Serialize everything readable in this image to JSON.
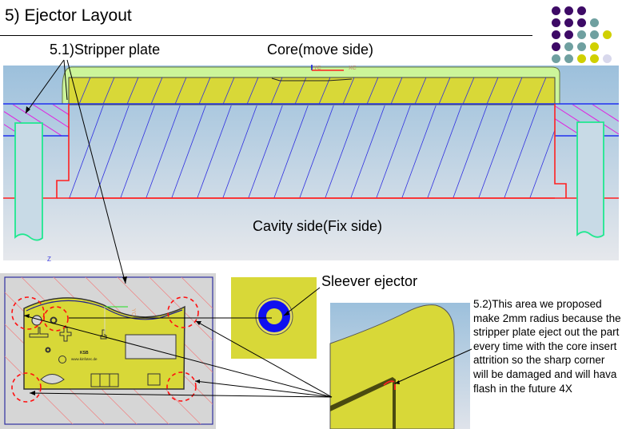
{
  "slide": {
    "title": "5) Ejector Layout",
    "labels": {
      "stripper_plate": "5.1)Stripper plate",
      "core": "Core(move side)",
      "cavity": "Cavity side(Fix side)",
      "sleeve_ejector": "Sleever ejector",
      "note": "5.2)This area we proposed make 2mm radius because the stripper plate eject out the part every time with the core insert attrition so the sharp corner will be damaged and will hava flash in the future 4X"
    },
    "cad_axis_labels": {
      "yc": "YC",
      "xc": "XC",
      "z": "Z"
    },
    "part_marking": {
      "line1": "KSB",
      "line2": "www.kinfotec.de"
    },
    "colors": {
      "part_yellow": "#d8d838",
      "core_green": "#ccf59a",
      "background_blue": "#9fc1dc",
      "parting_red": "#ff2020",
      "hatch_blue": "#3030e0",
      "hatch_magenta": "#e020e0",
      "ejector_green": "#20e890",
      "sleeve_blue": "#1010f0",
      "callout_red": "#ff1010"
    },
    "decor_dots": [
      [
        "#3d0a66",
        "#3d0a66",
        "#3d0a66",
        null,
        null
      ],
      [
        "#3d0a66",
        "#3d0a66",
        "#3d0a66",
        "#6fa0a0",
        null
      ],
      [
        "#3d0a66",
        "#3d0a66",
        "#6fa0a0",
        "#6fa0a0",
        "#d0d000"
      ],
      [
        "#3d0a66",
        "#6fa0a0",
        "#6fa0a0",
        "#d0d000",
        null
      ],
      [
        "#6fa0a0",
        "#6fa0a0",
        "#d0d000",
        "#d0d000",
        "#d8d8ec"
      ]
    ]
  }
}
